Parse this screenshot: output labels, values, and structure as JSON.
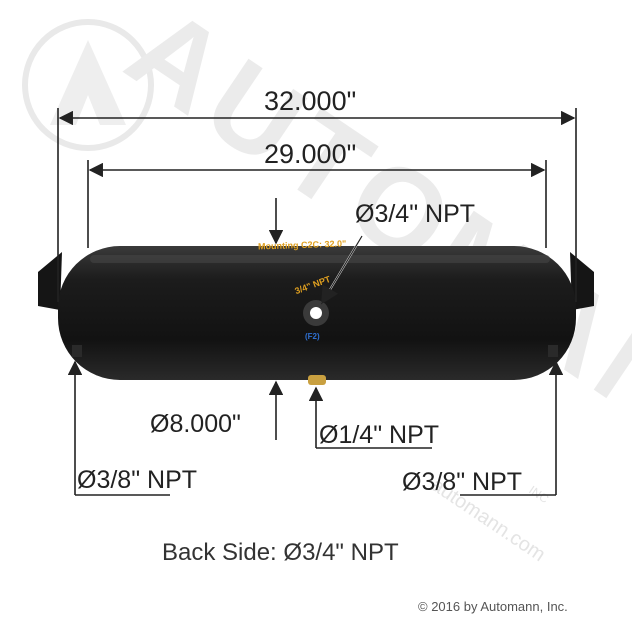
{
  "watermark": {
    "brand": "AUTOMANN",
    "registered": "INC",
    "url": "automann.com"
  },
  "dimensions": {
    "overall_length": "32.000\"",
    "mount_length": "29.000\"",
    "top_port": "Ø3/4\" NPT",
    "diameter": "Ø8.000\"",
    "bottom_port": "Ø1/4\" NPT",
    "left_end_port": "Ø3/8\" NPT",
    "right_end_port": "Ø3/8\" NPT"
  },
  "tank_labels": {
    "mounting": "Mounting C2C: 32.0\"",
    "port_label": "3/4\" NPT",
    "port_code": "(F2)"
  },
  "caption": "Back Side: Ø3/4\" NPT",
  "copyright": "© 2016 by Automann, Inc.",
  "colors": {
    "tank": "#1b1b1b",
    "dimension_line": "#222222",
    "watermark": "#e6e6e6",
    "port_label": "#e0a020",
    "port_code": "#2f6fd0"
  }
}
